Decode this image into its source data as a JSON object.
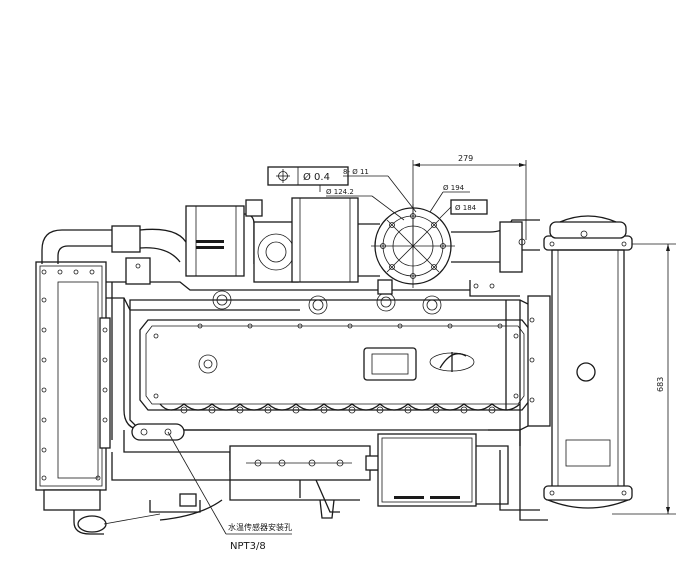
{
  "diagram": {
    "dim_top": "279",
    "tol_symbol": "⊕",
    "tol_value": "Ø 0.4",
    "hole_callout": "8- Ø 11",
    "dia_flange": "Ø 124.2",
    "dia_outlet": "Ø 194",
    "dia_outlet_box": "Ø 184",
    "dim_height": "683",
    "note_cn": "水温传感器安装孔",
    "note_thread": "NPT3/8"
  }
}
